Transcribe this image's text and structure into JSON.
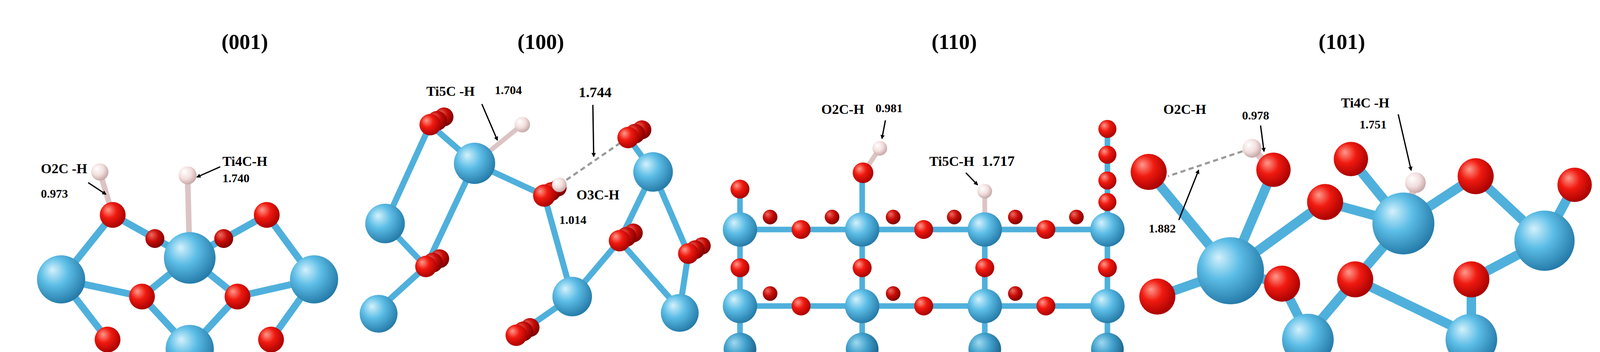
{
  "diagram": {
    "labels": [
      "(001)",
      "O2C -H",
      "0.973",
      "Ti4C-H",
      "1.740",
      "(100)",
      "Ti5C -H",
      "1.704",
      "1.744",
      "O3C-H",
      "1.014",
      "(110)",
      "O2C-H",
      "0.981",
      "Ti5C-H",
      "1.717",
      "(101)",
      "O2C-H",
      "0.978",
      "Ti4C -H",
      "1.751",
      "1.882"
    ]
  }
}
